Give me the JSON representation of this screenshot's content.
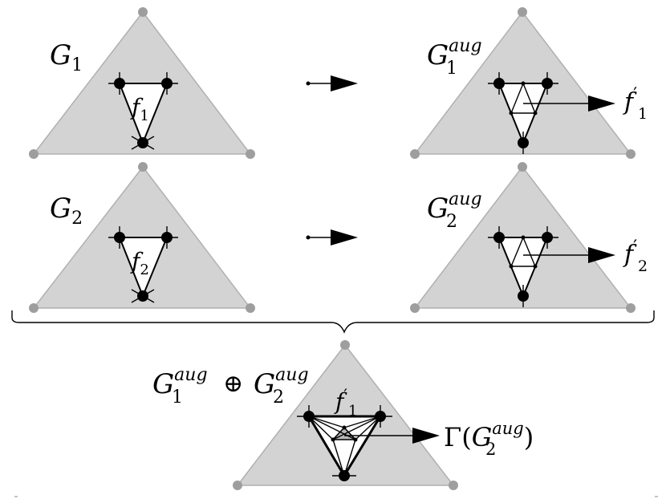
{
  "colors": {
    "region_fill": "#d3d3d3",
    "region_edge": "#b0b0b0",
    "outer_vertex": "#9e9e9e",
    "ink": "#000000",
    "face_fill": "#ffffff",
    "inner_face_fill": "#b8b8b8"
  },
  "labels": {
    "g1": {
      "base": "G",
      "sub": "1"
    },
    "g2": {
      "base": "G",
      "sub": "2"
    },
    "f1": {
      "base": "f",
      "sub": "1"
    },
    "f2": {
      "base": "f",
      "sub": "2"
    },
    "g1aug": {
      "base": "G",
      "sup": "aug",
      "sub": "1"
    },
    "g2aug": {
      "base": "G",
      "sup": "aug",
      "sub": "2"
    },
    "f1p": {
      "base": "f",
      "prime": "′",
      "sub": "1"
    },
    "f2p": {
      "base": "f",
      "prime": "′",
      "sub": "2"
    },
    "oplus": "⊕",
    "gamma_open": "Γ(",
    "gamma_close": ")"
  }
}
